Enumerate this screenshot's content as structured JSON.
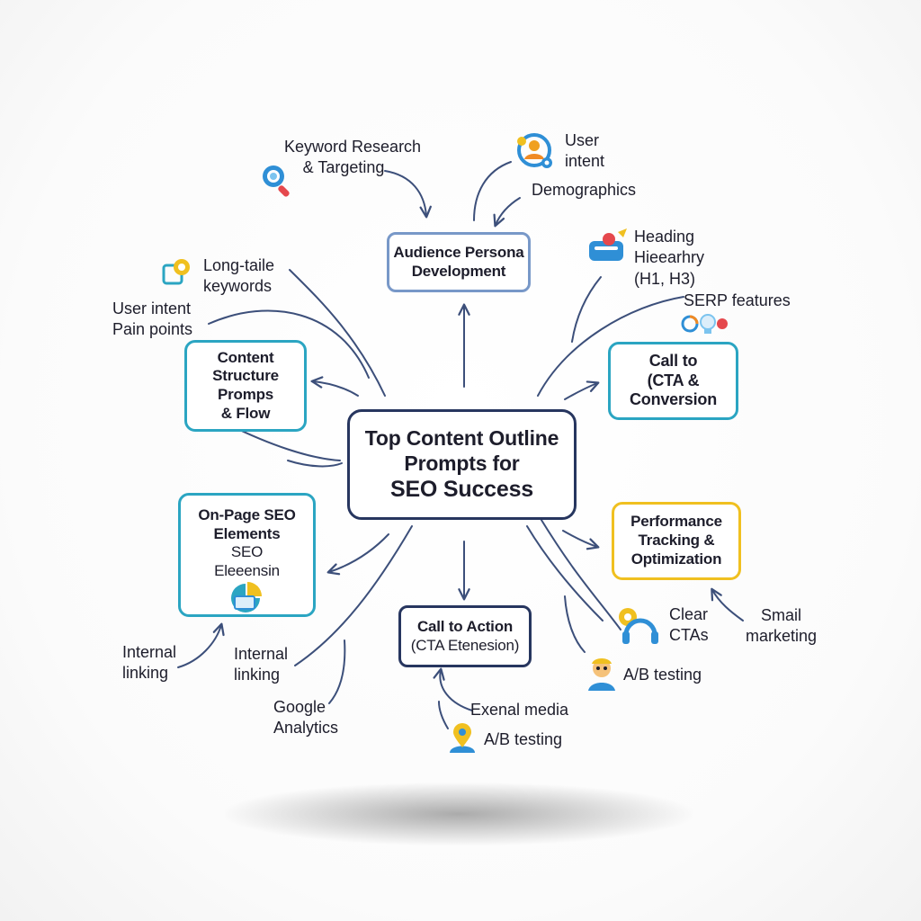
{
  "center": {
    "lines": [
      "Top Content Outline",
      "Prompts for",
      "SEO Success"
    ]
  },
  "nodes": {
    "audience": {
      "lines": [
        "Audience Persona",
        "Development"
      ]
    },
    "structure": {
      "lines": [
        "Content",
        "Structure",
        "Promps",
        "& Flow"
      ]
    },
    "cta_top": {
      "lines": [
        "Call to",
        "(CTA &",
        "Conversion"
      ]
    },
    "onpage": {
      "title_lines": [
        "On-Page SEO",
        "Elements"
      ],
      "sub_lines": [
        "SEO",
        "Eleeensin"
      ]
    },
    "performance": {
      "lines": [
        "Performance",
        "Tracking &",
        "Optimization"
      ]
    },
    "cta_bottom": {
      "title": "Call to Action",
      "subtitle": "(CTA Etenesion)"
    }
  },
  "labels": {
    "keyword_research": [
      "Keyword Research",
      "& Targeting"
    ],
    "user_intent_top": [
      "User",
      "intent"
    ],
    "demographics": [
      "Demographics"
    ],
    "heading_hierarchy": [
      "Heading",
      "Hieearhry",
      "(H1, H3)"
    ],
    "serp_features": [
      "SERP features"
    ],
    "long_tail": [
      "Long-taile",
      "keywords"
    ],
    "user_intent_pain": [
      "User intent",
      "Pain points"
    ],
    "clear_ctas": [
      "Clear",
      "CTAs"
    ],
    "email_marketing": [
      "Smail",
      "marketing"
    ],
    "ab_testing_right": [
      "A/B testing"
    ],
    "internal_linking_left": [
      "Internal",
      "linking"
    ],
    "internal_linking_mid": [
      "Internal",
      "linking"
    ],
    "google_analytics": [
      "Google",
      "Analytics"
    ],
    "external_media": [
      "Exenal media"
    ],
    "ab_testing_bottom": [
      "A/B testing"
    ]
  },
  "colors": {
    "line": "#3c4f7a",
    "navy": "#27365f",
    "teal": "#2ba5c2",
    "gold": "#f0c020",
    "soft_blue": "#7898c8",
    "icon_blue": "#2f8fd6",
    "icon_orange": "#f08a24",
    "icon_red": "#e5484d"
  },
  "icons": [
    "magnifier-icon",
    "user-persona-icon",
    "heading-icon",
    "serp-icons",
    "gear-square-icon",
    "chart-icon",
    "gear-headset-icon",
    "person-icon",
    "location-pin-icon"
  ]
}
